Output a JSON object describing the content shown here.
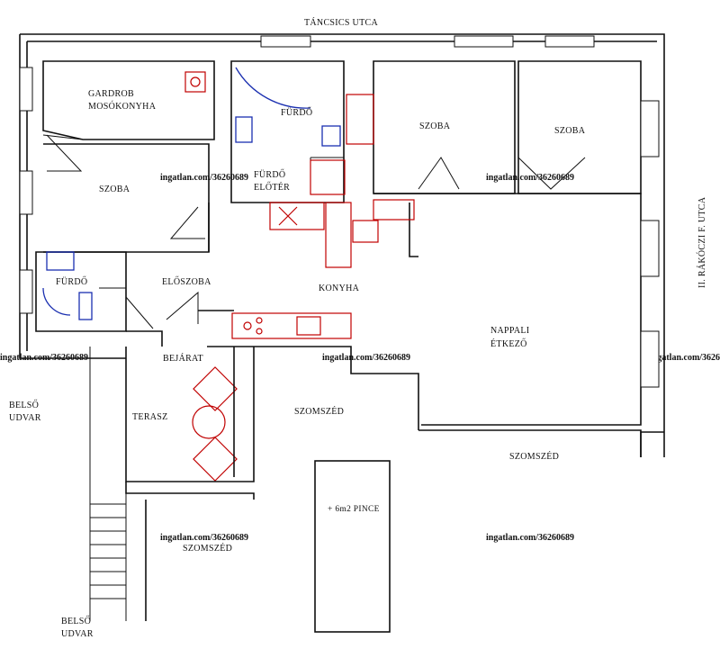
{
  "streets": {
    "top": "TÁNCSICS UTCA",
    "right": "II. RÁKÓCZI F. UTCA"
  },
  "rooms": {
    "gardrob_line1": "GARDROB",
    "gardrob_line2": "MOSÓKONYHA",
    "furdo_top": "FÜRDŐ",
    "szoba_left": "SZOBA",
    "furdo_eloter_line1": "FÜRDŐ",
    "furdo_eloter_line2": "ELŐTÉR",
    "szoba_mid": "SZOBA",
    "szoba_right": "SZOBA",
    "furdo_small": "FÜRDŐ",
    "eloszoba": "ELŐSZOBA",
    "konyha": "KONYHA",
    "nappali_line1": "NAPPALI",
    "nappali_line2": "ÉTKEZŐ",
    "bejarat": "BEJÁRAT",
    "terasz": "TERASZ",
    "pince": "+ 6m2 PINCE"
  },
  "neighbours": {
    "szomszed_mid": "SZOMSZÉD",
    "szomszed_right": "SZOMSZÉD",
    "szomszed_bottom": "SZOMSZÉD"
  },
  "courtyard": {
    "top_line1": "BELSŐ",
    "top_line2": "UDVAR",
    "bottom_line1": "BELSŐ",
    "bottom_line2": "UDVAR"
  },
  "watermark": "ingatlan.com/36260689",
  "colors": {
    "walls": "#111111",
    "kitchen_fixtures": "#c00000",
    "bath_fixtures": "#1a2fb0",
    "watermark": "#e2e2e2"
  }
}
